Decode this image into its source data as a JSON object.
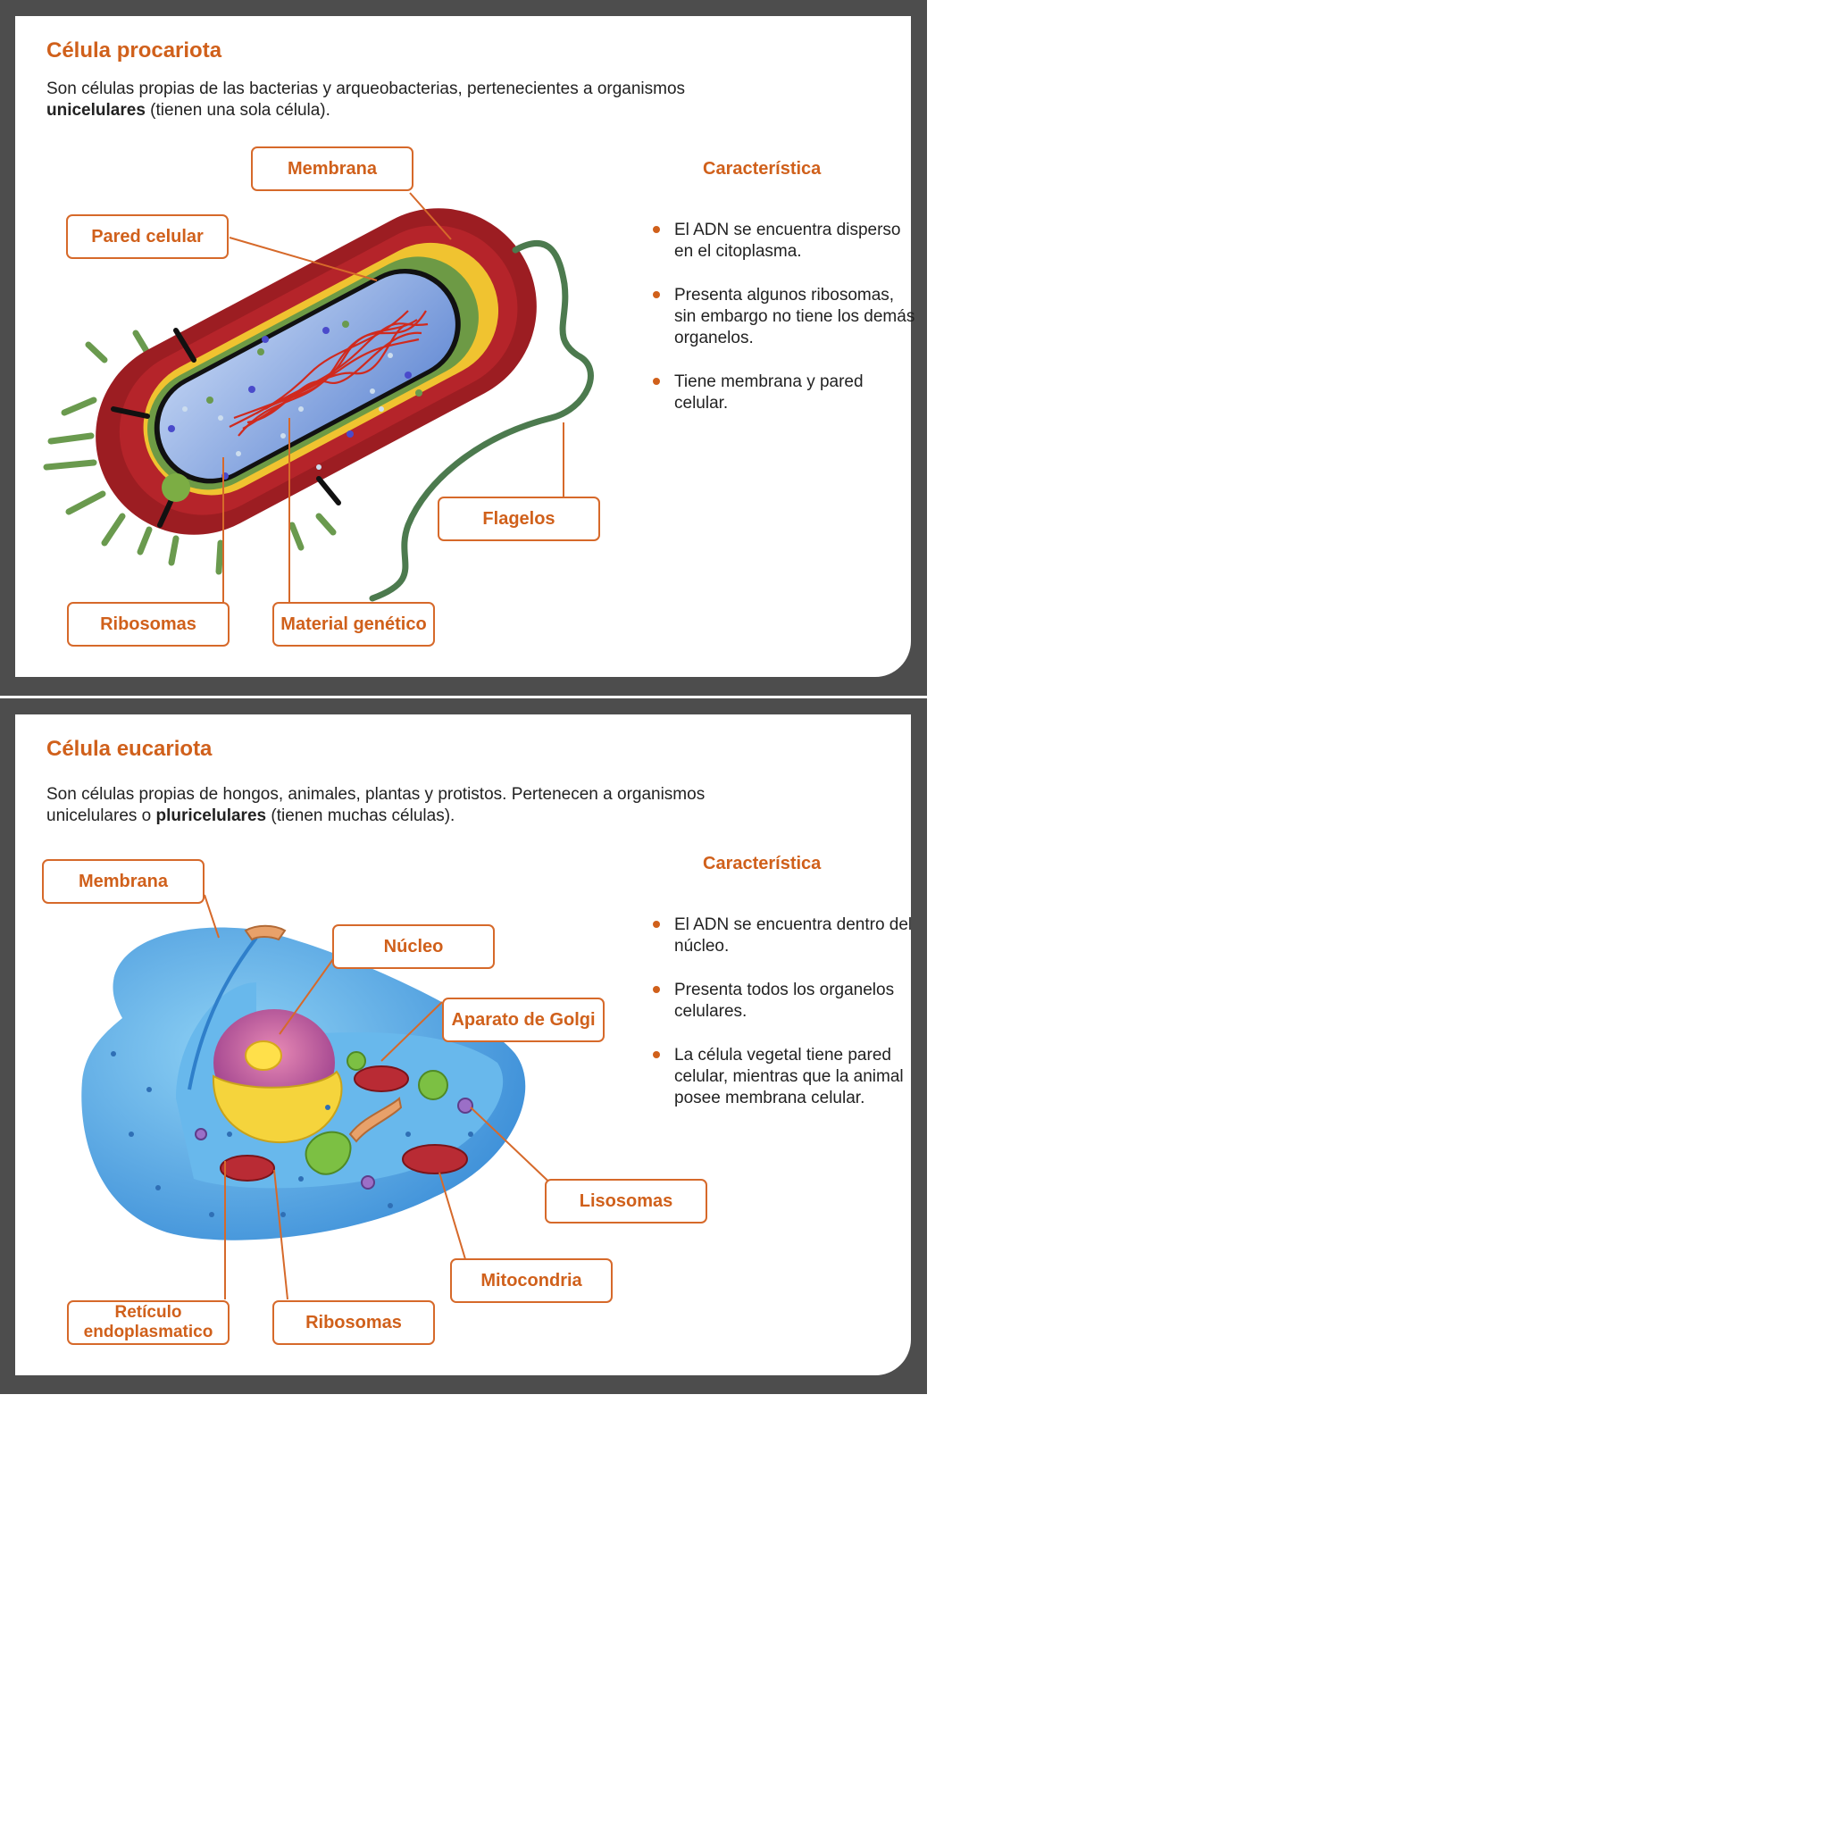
{
  "prokaryote": {
    "title": "Célula procariota",
    "intro_a": "Son células propias de las bacterias y arqueobacterias, pertenecientes a organismos ",
    "intro_bold": "unicelulares",
    "intro_b": " (tienen una sola célula).",
    "features_heading": "Característica",
    "features": [
      "El ADN se encuentra disperso en el citoplasma.",
      "Presenta algunos ribosomas, sin embargo no tiene los demás organelos.",
      "Tiene membrana y pared celular."
    ],
    "labels": {
      "membrana": "Membrana",
      "pared": "Pared celular",
      "flagelos": "Flagelos",
      "ribosomas": "Ribosomas",
      "material": "Material genético"
    }
  },
  "eukaryote": {
    "title": "Célula eucariota",
    "intro_a": "Son células propias de hongos, animales, plantas y protistos. Pertenecen a organismos unicelulares o ",
    "intro_bold": "pluricelulares",
    "intro_b": " (tienen muchas células).",
    "features_heading": "Característica",
    "features": [
      "El ADN se encuentra dentro del núcleo.",
      "Presenta todos los organelos celulares.",
      "La célula vegetal tiene pared celular, mientras que la animal posee membrana celular."
    ],
    "labels": {
      "membrana": "Membrana",
      "nucleo": "Núcleo",
      "golgi": "Aparato de  Golgi",
      "lisosomas": "Lisosomas",
      "mitocondria": "Mitocondria",
      "reticulo": "Retículo endoplasmatico",
      "ribosomas": "Ribosomas"
    }
  },
  "colors": {
    "accent": "#d0601b",
    "frame": "#4d4d4d"
  }
}
